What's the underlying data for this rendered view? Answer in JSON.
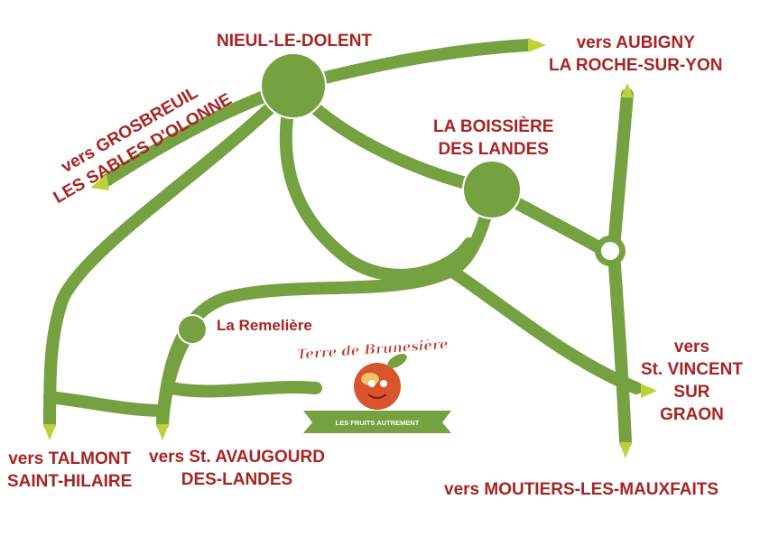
{
  "map": {
    "colors": {
      "road": "#76a141",
      "road_outline": "#ffffff",
      "arrow": "#bcd13a",
      "label": "#a82424",
      "roundabout_fill": "#ffffff"
    },
    "towns": {
      "nieul": "NIEUL-LE-DOLENT",
      "boissiere_line1": "LA BOISSIÈRE",
      "boissiere_line2": "DES LANDES",
      "remeliere": "La Remelière"
    },
    "destinations": {
      "aubigny_line1": "vers AUBIGNY",
      "aubigny_line2": "LA ROCHE-SUR-YON",
      "grosbreuil_line1": "vers GROSBREUIL",
      "grosbreuil_line2": "LES SABLES D'OLONNE",
      "vincent_line1": "vers",
      "vincent_line2": "St. VINCENT",
      "vincent_line3": "SUR",
      "vincent_line4": "GRAON",
      "talmont_line1": "vers TALMONT",
      "talmont_line2": "SAINT-HILAIRE",
      "avaugourd_line1": "vers St. AVAUGOURD",
      "avaugourd_line2": "DES-LANDES",
      "moutiers": "vers MOUTIERS-LES-MAUXFAITS"
    },
    "logo": {
      "title": "Terre de Brunesière",
      "tagline": "LES FRUITS AUTREMENT"
    }
  }
}
